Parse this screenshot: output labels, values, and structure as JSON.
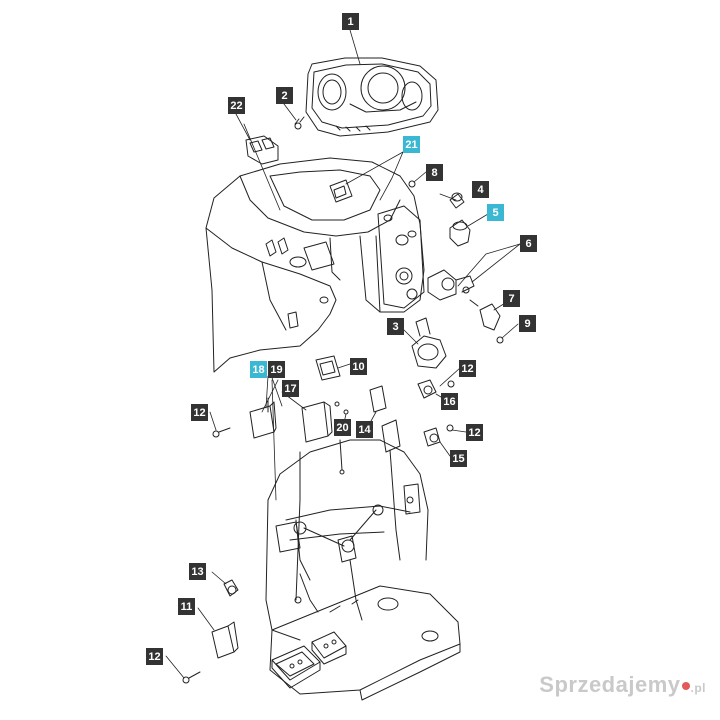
{
  "colors": {
    "callout_default": "#333333",
    "callout_highlight": "#3ab7d2",
    "line": "#222222",
    "watermark": "#c9c9c9",
    "watermark_dot": "#e35a5a"
  },
  "callouts": [
    {
      "label": "1",
      "highlight": false
    },
    {
      "label": "2",
      "highlight": false
    },
    {
      "label": "22",
      "highlight": false
    },
    {
      "label": "21",
      "highlight": true
    },
    {
      "label": "8",
      "highlight": false
    },
    {
      "label": "4",
      "highlight": false
    },
    {
      "label": "5",
      "highlight": true
    },
    {
      "label": "6",
      "highlight": false
    },
    {
      "label": "7",
      "highlight": false
    },
    {
      "label": "9",
      "highlight": false
    },
    {
      "label": "3",
      "highlight": false
    },
    {
      "label": "10",
      "highlight": false
    },
    {
      "label": "18",
      "highlight": true
    },
    {
      "label": "19",
      "highlight": false
    },
    {
      "label": "17",
      "highlight": false
    },
    {
      "label": "12",
      "highlight": false
    },
    {
      "label": "12",
      "highlight": false
    },
    {
      "label": "16",
      "highlight": false
    },
    {
      "label": "20",
      "highlight": false
    },
    {
      "label": "14",
      "highlight": false
    },
    {
      "label": "12",
      "highlight": false
    },
    {
      "label": "12",
      "highlight": false
    },
    {
      "label": "15",
      "highlight": false
    },
    {
      "label": "13",
      "highlight": false
    },
    {
      "label": "11",
      "highlight": false
    },
    {
      "label": "12",
      "highlight": false
    }
  ],
  "watermark": {
    "name": "Sprzedajemy",
    "tld": ".pl"
  }
}
